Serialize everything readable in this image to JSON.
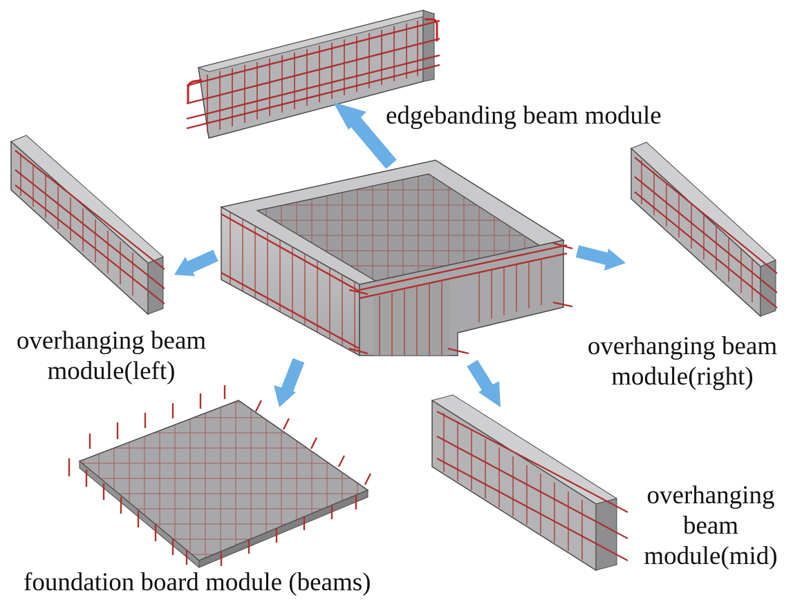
{
  "labels": {
    "edgebanding": "edgebanding beam module",
    "left_line1": "overhanging beam",
    "left_line2": "module(left)",
    "right_line1": "overhanging beam",
    "right_line2": "module(right)",
    "mid_line1": "overhanging",
    "mid_line2": "beam",
    "mid_line3": "module(mid)",
    "foundation": "foundation board module (beams)"
  },
  "colors": {
    "concrete_face": "#b9b9bb",
    "concrete_dark": "#8e8e90",
    "concrete_light": "#cfcfd1",
    "rebar": "#a8322f",
    "rebar_bright": "#d0201a",
    "arrow": "#6aaee6",
    "outline": "#4a4a4a"
  },
  "icons": {
    "arrow_up": "arrow-up-left-icon",
    "arrow_left": "arrow-left-icon",
    "arrow_right": "arrow-right-icon",
    "arrow_down_left": "arrow-down-left-icon",
    "arrow_down_right": "arrow-down-right-icon"
  }
}
